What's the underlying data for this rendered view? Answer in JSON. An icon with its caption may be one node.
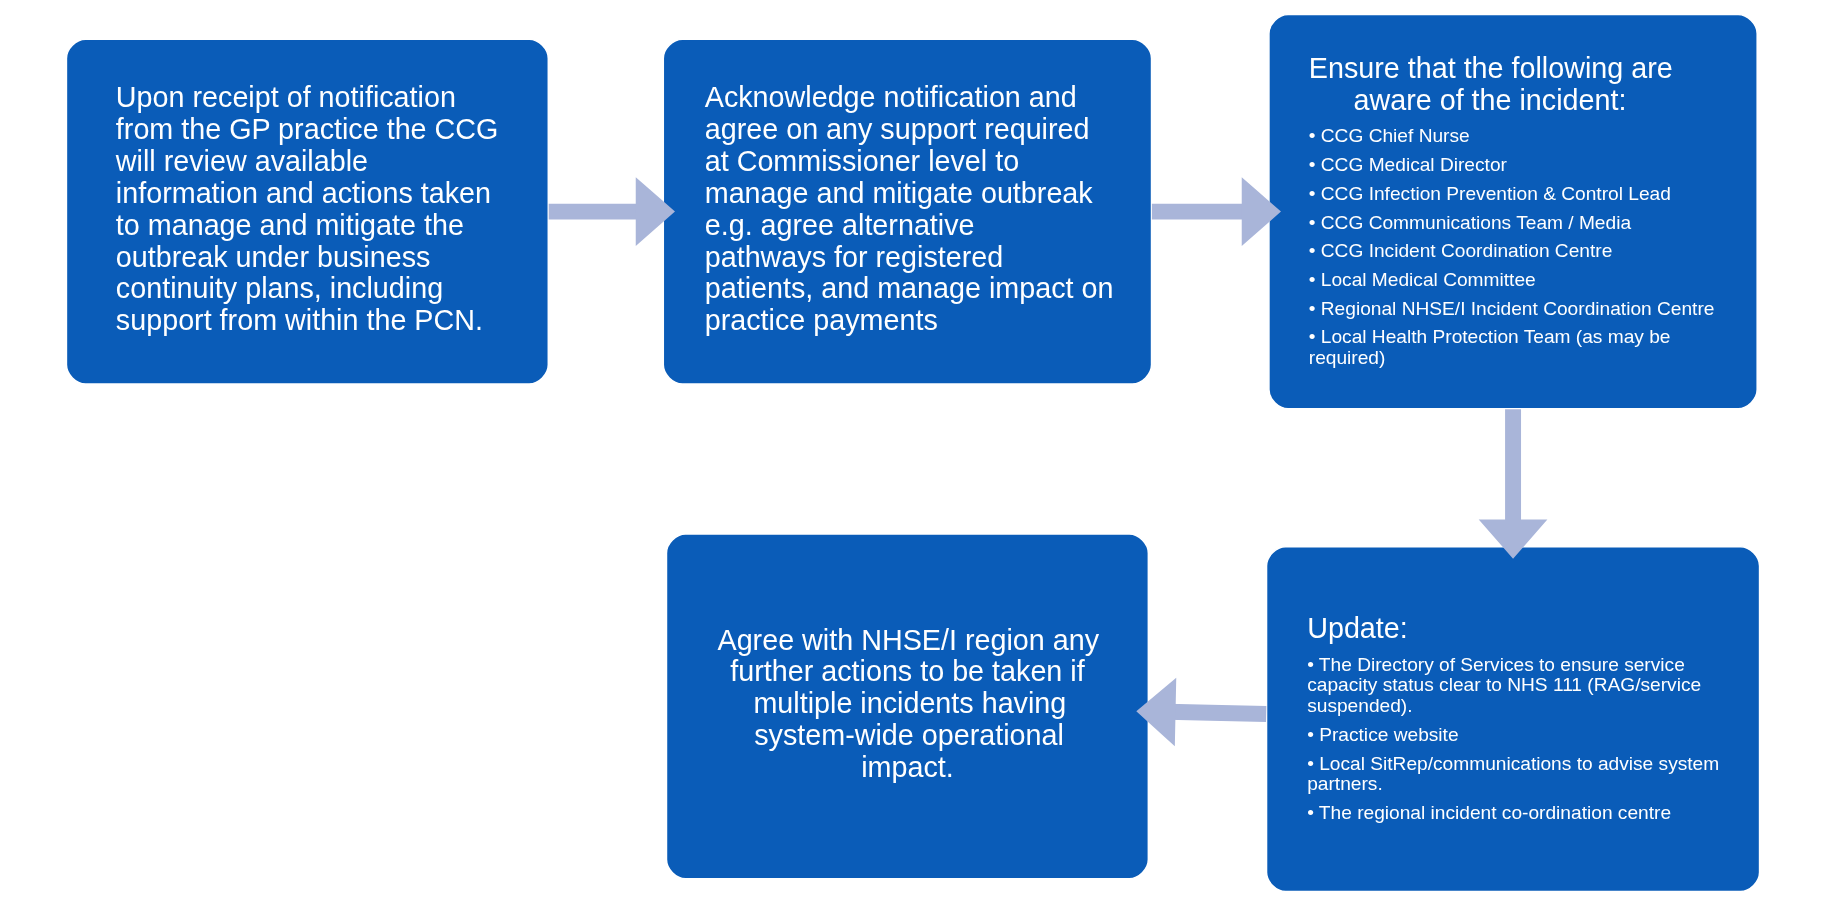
{
  "diagram": {
    "nodes": [
      {
        "text": [
          "Upon receipt of notification from the GP practice the CCG will review available information and actions taken to manage and mitigate the outbreak under business continuity plans, including support from within the PCN."
        ]
      },
      {
        "text": [
          "Acknowledge notification and agree on any support required at Commissioner level to manage and mitigate outbreak e.g. agree alternative pathways for registered patients, and manage impact on practice payments"
        ]
      },
      {
        "text": [
          "Ensure that the following are aware of the incident:",
          "• CCG Chief Nurse",
          "• CCG Medical Director",
          "• CCG Infection Prevention & Control Lead",
          "• CCG Communications Team / Media",
          "• CCG Incident Coordination Centre",
          "• Local Medical Committee",
          "• Regional NHSE/I Incident Coordination Centre",
          "• Local Health Protection Team (as may be required)"
        ]
      },
      {
        "text": [
          "Update:",
          "• The Directory of Services to ensure service capacity status clear to NHS 111 (RAG/service suspended).",
          "• Practice website",
          "• Local SitRep/communications to advise system partners.",
          "• The regional incident co-ordination centre"
        ]
      },
      {
        "text": [
          "Agree with NHSE/I region any further actions to be taken if multiple incidents having system-wide operational impact."
        ]
      }
    ],
    "edges": [
      {
        "from": 0,
        "to": 1,
        "arrow": "to",
        "color": "#a9b5d9"
      },
      {
        "from": 1,
        "to": 2,
        "arrow": "to",
        "color": "#a9b5d9"
      },
      {
        "from": 2,
        "to": 3,
        "arrow": "to",
        "color": "#a9b5d9"
      },
      {
        "from": 3,
        "to": 4,
        "arrow": "to",
        "color": "#a9b5d9"
      }
    ]
  }
}
